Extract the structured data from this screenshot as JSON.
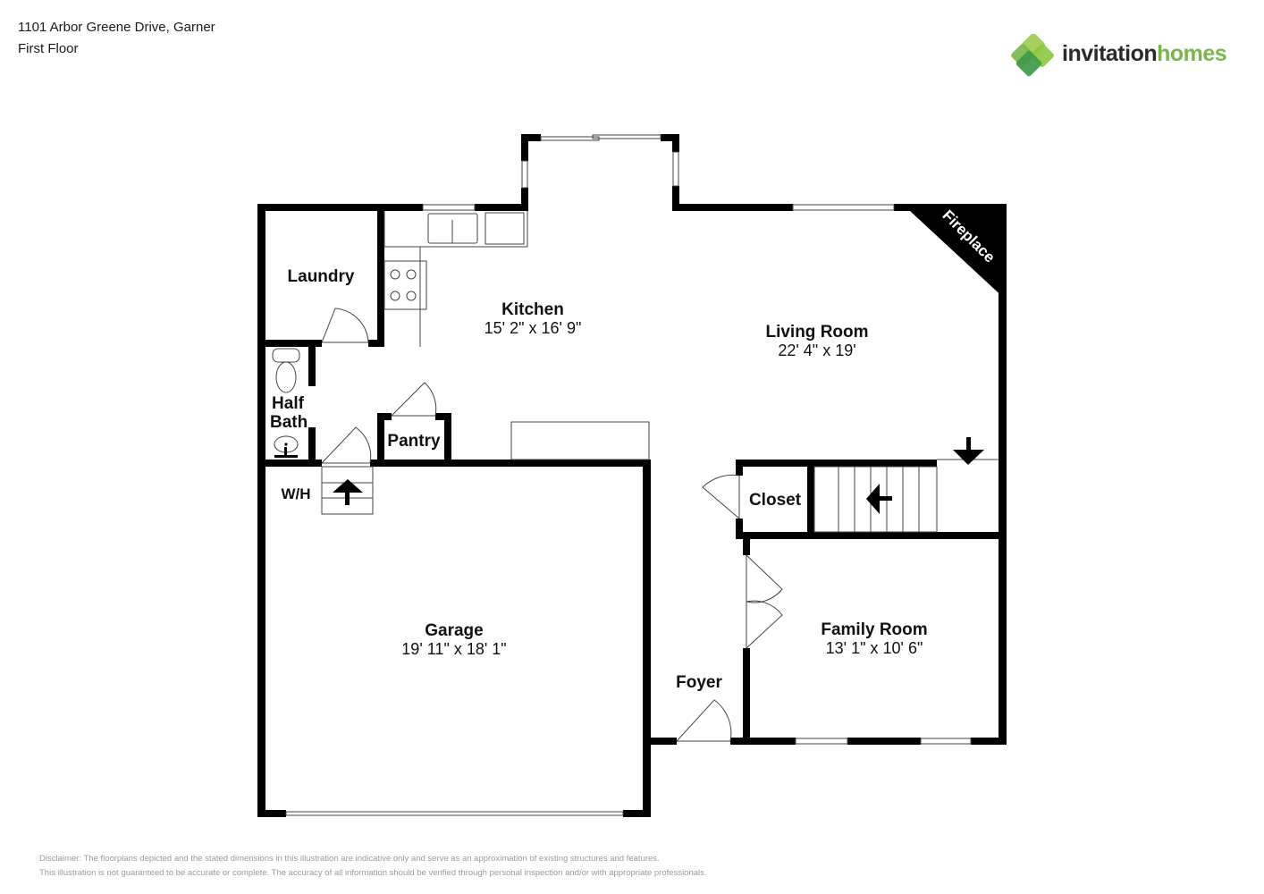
{
  "header": {
    "address": "1101 Arbor Greene Drive, Garner",
    "floor": "First Floor"
  },
  "logo": {
    "word1": "invitation",
    "word2": "homes",
    "colors": {
      "dark": "#2a2a2a",
      "green": "#7ab648",
      "green_dark": "#3f9a4a",
      "green_light": "#9ccc4e"
    }
  },
  "rooms": [
    {
      "name": "Kitchen",
      "dims": "15' 2\" x 16' 9\""
    },
    {
      "name": "Living Room",
      "dims": "22' 4\" x 19'"
    },
    {
      "name": "Laundry",
      "dims": ""
    },
    {
      "name": "Half Bath",
      "dims": ""
    },
    {
      "name": "Pantry",
      "dims": ""
    },
    {
      "name": "W/H",
      "dims": ""
    },
    {
      "name": "Closet",
      "dims": ""
    },
    {
      "name": "Garage",
      "dims": "19' 11\" x 18' 1\""
    },
    {
      "name": "Family Room",
      "dims": "13' 1\" x 10' 6\""
    },
    {
      "name": "Foyer",
      "dims": ""
    }
  ],
  "features": {
    "fireplace": "Fireplace"
  },
  "disclaimer": {
    "line1": "Disclaimer: The floorplans depicted and the stated dimensions in this illustration are indicative only and serve as an approximation of existing structures and features.",
    "line2": "This illustration is not guaranteed to be accurate or complete. The accuracy of all information should be verified through personal inspection and/or with appropriate professionals."
  }
}
